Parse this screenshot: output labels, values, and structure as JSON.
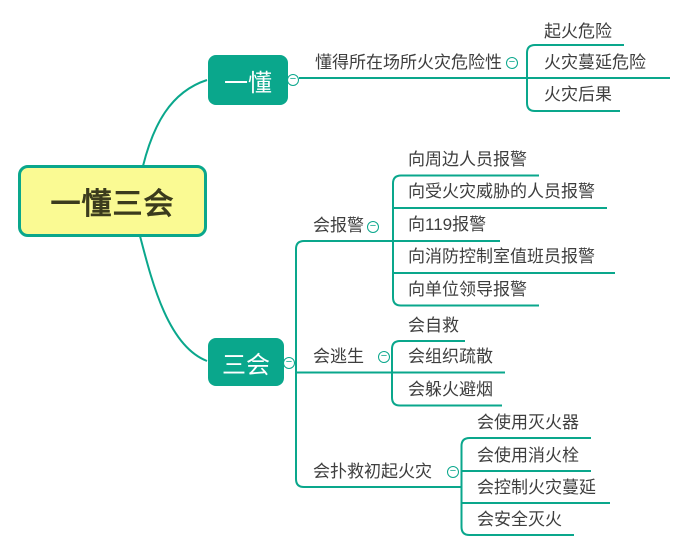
{
  "colors": {
    "background": "#ffffff",
    "line": "#0aa78c",
    "branch_fill": "#0aa78c",
    "branch_text": "#ffffff",
    "root_fill": "#fafa93",
    "root_border": "#0aa78c",
    "root_text": "#3b3b1d",
    "topic_text": "#3e3e3e"
  },
  "icons": {
    "collapse_minus": "−"
  },
  "mindmap": {
    "root": {
      "label": "一懂三会"
    },
    "branches": [
      {
        "label": "一懂",
        "topics": [
          {
            "label": "懂得所在场所火灾危险性",
            "subtopics": [
              {
                "label": "起火危险"
              },
              {
                "label": "火灾蔓延危险"
              },
              {
                "label": "火灾后果"
              }
            ]
          }
        ]
      },
      {
        "label": "三会",
        "topics": [
          {
            "label": "会报警",
            "subtopics": [
              {
                "label": "向周边人员报警"
              },
              {
                "label": "向受火灾威胁的人员报警"
              },
              {
                "label": "向119报警"
              },
              {
                "label": "向消防控制室值班员报警"
              },
              {
                "label": "向单位领导报警"
              }
            ]
          },
          {
            "label": "会逃生",
            "subtopics": [
              {
                "label": "会自救"
              },
              {
                "label": "会组织疏散"
              },
              {
                "label": "会躲火避烟"
              }
            ]
          },
          {
            "label": "会扑救初起火灾",
            "subtopics": [
              {
                "label": "会使用灭火器"
              },
              {
                "label": "会使用消火栓"
              },
              {
                "label": "会控制火灾蔓延"
              },
              {
                "label": "会安全灭火"
              }
            ]
          }
        ]
      }
    ]
  }
}
